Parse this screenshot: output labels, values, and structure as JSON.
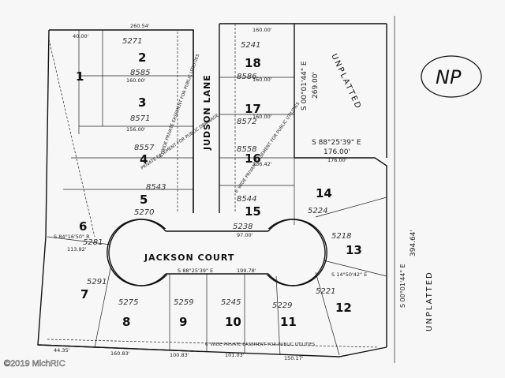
{
  "streets": {
    "judson": "JUDSON LANE",
    "jackson": "JACKSON COURT"
  },
  "unplatted": [
    "UNPLATTED",
    "UNPLATTED"
  ],
  "stamp": "NP",
  "watermark": "©2019 MichRIC",
  "lots": [
    {
      "num": "1",
      "addr": ""
    },
    {
      "num": "2",
      "addr": "8585"
    },
    {
      "num": "3",
      "addr": "8571"
    },
    {
      "num": "4",
      "addr": "8557"
    },
    {
      "num": "5",
      "addr": "8543"
    },
    {
      "num": "6",
      "addr": "5281"
    },
    {
      "num": "7",
      "addr": "5291"
    },
    {
      "num": "8",
      "addr": "5275"
    },
    {
      "num": "9",
      "addr": "5259"
    },
    {
      "num": "10",
      "addr": "5245"
    },
    {
      "num": "11",
      "addr": "5229"
    },
    {
      "num": "12",
      "addr": "5221"
    },
    {
      "num": "13",
      "addr": "5218"
    },
    {
      "num": "14",
      "addr": "5224"
    },
    {
      "num": "15",
      "addr": "5238"
    },
    {
      "num": "16",
      "addr": "8558"
    },
    {
      "num": "17",
      "addr": "8572"
    },
    {
      "num": "18",
      "addr": "8586"
    }
  ],
  "extra_addr": [
    "5271",
    "5241",
    "8544",
    "5270"
  ],
  "bearings": {
    "b1": "S 88°25'39\" E",
    "b2": "176.00'",
    "b3": "S 00°01'44\" E",
    "b4": "269.00'",
    "b5": "394.64'",
    "b6": "S 00°01'44\" E",
    "b7": "S 84°16'50\" R",
    "b8": "S 88°25'39\" E",
    "b9": "199.78'",
    "b10": "S 14°50'42\" E"
  },
  "dims": [
    "40.00'",
    "260.54'",
    "160.00'",
    "156.00'",
    "160.00'",
    "136.42'",
    "97.00'",
    "113.92'",
    "44.35'",
    "160.83'",
    "100.83'",
    "101.03'",
    "150.17'",
    "160.00'",
    "160.00'",
    "176.00'"
  ],
  "easements": {
    "util_1": "6' WIDE PRIVATE EASEMENT FOR PUBLIC UTILITIES",
    "drain_1": "PRIVATE EASEMENT FOR PUBLIC DRAINAGE",
    "util_2": "6' WIDE PRIVATE EASEMENT FOR PUBLIC UTILITIES",
    "bottom": "6' WIDE PRIVATE EASEMENT FOR PUBLIC UTILITIES"
  }
}
